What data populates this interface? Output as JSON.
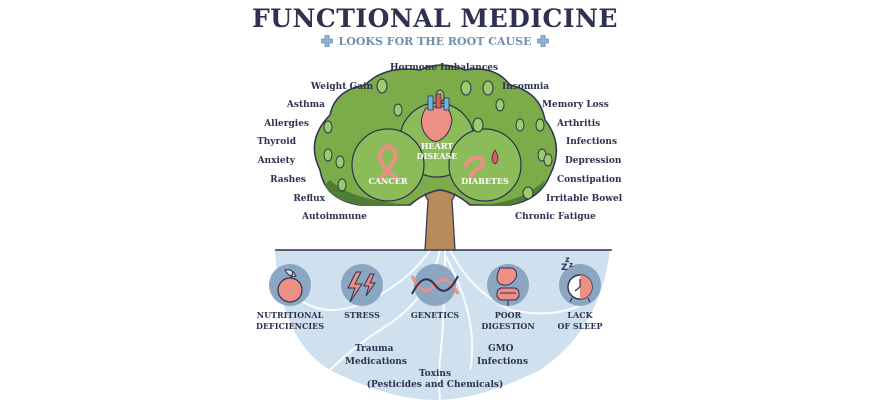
{
  "header": {
    "title": "FUNCTIONAL MEDICINE",
    "subtitle": "LOOKS FOR THE ROOT CAUSE",
    "icon": "medical-cross-icon"
  },
  "tree": {
    "top_label": "Hormone Imbalances",
    "left_symptoms": [
      "Weight Gain",
      "Asthma",
      "Allergies",
      "Thyroid",
      "Anxiety",
      "Rashes",
      "Reflux",
      "Autoimmune"
    ],
    "right_symptoms": [
      "Insomnia",
      "Memory Loss",
      "Arthritis",
      "Infections",
      "Depression",
      "Constipation",
      "Irritable Bowel",
      "Chronic Fatigue"
    ],
    "branches": [
      {
        "label_line1": "HEART",
        "label_line2": "DISEASE",
        "icon": "heart-organ-icon"
      },
      {
        "label_line1": "CANCER",
        "label_line2": "",
        "icon": "awareness-ribbon-icon"
      },
      {
        "label_line1": "DIABETES",
        "label_line2": "",
        "icon": "pancreas-blood-drop-icon"
      }
    ]
  },
  "roots": {
    "causes": [
      {
        "line1": "NUTRITIONAL",
        "line2": "DEFICIENCIES",
        "icon": "apple-icon"
      },
      {
        "line1": "STRESS",
        "line2": "",
        "icon": "lightning-bolt-icon"
      },
      {
        "line1": "GENETICS",
        "line2": "",
        "icon": "dna-icon"
      },
      {
        "line1": "POOR",
        "line2": "DIGESTION",
        "icon": "stomach-intestine-icon"
      },
      {
        "line1": "LACK",
        "line2": "OF SLEEP",
        "icon": "alarm-clock-sleep-icon"
      }
    ],
    "other_causes": {
      "trauma": "Trauma",
      "medications": "Medications",
      "gmo": "GMO",
      "infections": "Infections",
      "toxins_line1": "Toxins",
      "toxins_line2": "(Pesticides and Chemicals)"
    }
  },
  "colors": {
    "title": "#2e3250",
    "subtitle": "#6f8eab",
    "foliage": "#7cab4a",
    "foliage_dark": "#4f7d35",
    "trunk": "#b98a5a",
    "ground": "#cfe0ef",
    "icon_circle": "#8aa6c1",
    "accent_pink": "#ee8f86"
  }
}
